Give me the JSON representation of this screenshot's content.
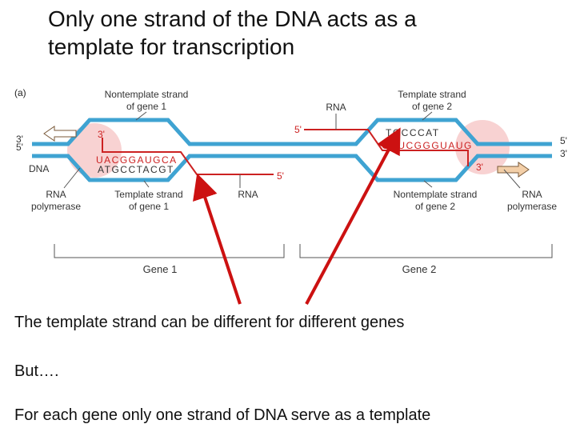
{
  "slide": {
    "title_line1": "Only one strand of the DNA acts as a",
    "title_line2": "template for transcription",
    "text1": "The template strand can be different for different genes",
    "text2": "But….",
    "text3": "For each gene only one strand of DNA serve as a template"
  },
  "figure": {
    "panel": "(a)",
    "nontemplate_gene1": [
      "Nontemplate strand",
      "of gene 1"
    ],
    "template_gene2": [
      "Template strand",
      "of gene 2"
    ],
    "rna_top": "RNA",
    "five_prime": "5'",
    "three_prime": "3'",
    "dna": "DNA",
    "rna_polymerase_left": [
      "RNA",
      "polymerase"
    ],
    "template_gene1": [
      "Template strand",
      "of gene 1"
    ],
    "rna_bottom": "RNA",
    "nontemplate_gene2": [
      "Nontemplate strand",
      "of gene 2"
    ],
    "rna_polymerase_right": [
      "RNA",
      "polymerase"
    ],
    "gene1": "Gene 1",
    "gene2": "Gene 2",
    "rna_seq1": "UACGGAUGCA",
    "dna_seq1": "ATGCCTACGT",
    "dna_seq2": "TGCCCAT",
    "rna_seq2": "GAUCGGGUAUG",
    "strand_color": "#3fa3d2",
    "rna_color": "#cc2222",
    "arrow_color": "#cc1111"
  }
}
